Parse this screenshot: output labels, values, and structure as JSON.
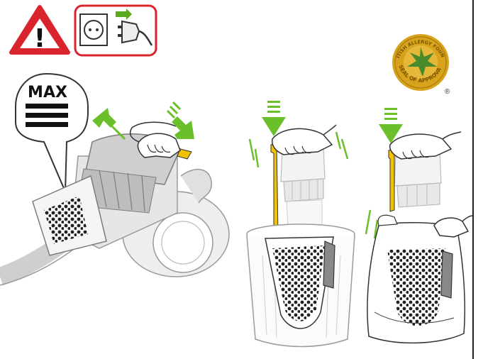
{
  "warning": {
    "symbol": "!",
    "triangle_color": "#d9232d"
  },
  "unplug_panel": {
    "border_color": "#d9232d",
    "arrow_color": "#5aaa1e"
  },
  "max_indicator": {
    "label": "MAX"
  },
  "seal": {
    "ring_text": "THE BRITISH ALLERGY FOUNDATION",
    "bottom_text": "SEAL OF APPROVAL",
    "registered_mark": "®",
    "gold_color": "#d7a21c",
    "leaf_color": "#4a8a2a"
  },
  "colors": {
    "accent_green": "#6bbf2a",
    "handle_yellow": "#f2c200",
    "line_gray": "#9a9a9a",
    "fill_gray": "#cfcfcf"
  }
}
